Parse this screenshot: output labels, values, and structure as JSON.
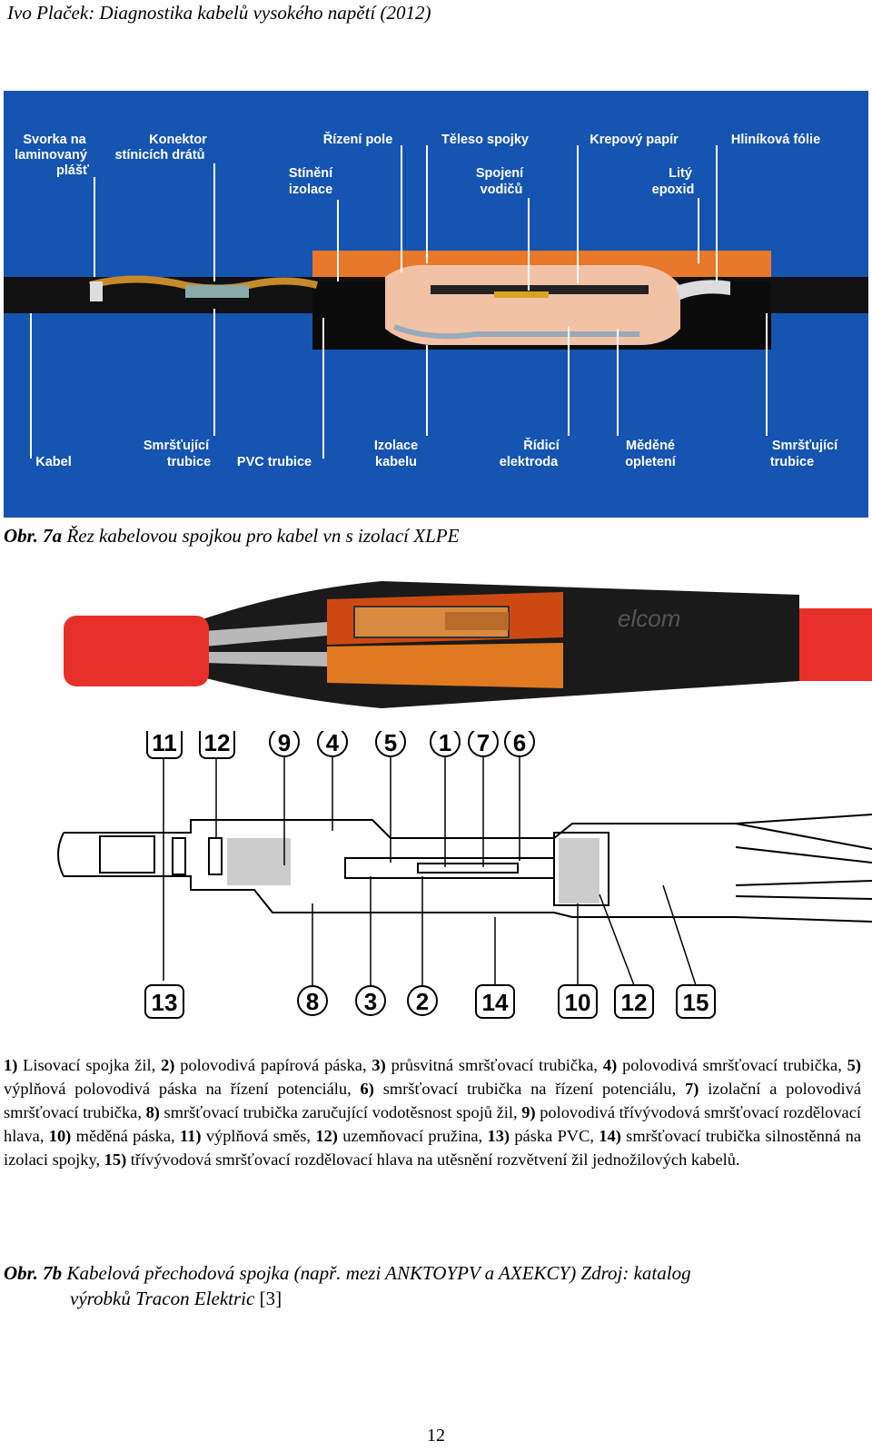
{
  "header": {
    "title": "Ivo Plaček: Diagnostika kabelů vysokého napětí (2012)"
  },
  "figure_a": {
    "labels_top": [
      {
        "id": "svorka",
        "text": [
          "Svorka na",
          "laminovaný",
          "plášť"
        ]
      },
      {
        "id": "konektor",
        "text": [
          "Konektor",
          "stínicích drátů"
        ]
      },
      {
        "id": "stineni",
        "text": [
          "Stínění",
          "izolace"
        ]
      },
      {
        "id": "rizeni",
        "text": [
          "Řízení pole"
        ]
      },
      {
        "id": "teleso",
        "text": [
          "Těleso spojky"
        ]
      },
      {
        "id": "spojeni",
        "text": [
          "Spojení",
          "vodičů"
        ]
      },
      {
        "id": "krepovy",
        "text": [
          "Krepový papír"
        ]
      },
      {
        "id": "lity",
        "text": [
          "Litý",
          "epoxid"
        ]
      },
      {
        "id": "hlinikova",
        "text": [
          "Hliníková fólie"
        ]
      }
    ],
    "labels_bottom": [
      {
        "id": "kabel",
        "text": [
          "Kabel"
        ]
      },
      {
        "id": "smrst1",
        "text": [
          "Smršťující",
          "trubice"
        ]
      },
      {
        "id": "pvc",
        "text": [
          "PVC trubice"
        ]
      },
      {
        "id": "izolace",
        "text": [
          "Izolace",
          "kabelu"
        ]
      },
      {
        "id": "ridici",
        "text": [
          "Řídicí",
          "elektroda"
        ]
      },
      {
        "id": "medene",
        "text": [
          "Měděné",
          "opletení"
        ]
      },
      {
        "id": "smrst2",
        "text": [
          "Smršťující",
          "trubice"
        ]
      }
    ],
    "caption_label": "Obr. 7a",
    "caption_text": "Řez kabelovou spojkou pro kabel vn  s izolací XLPE"
  },
  "figure_b": {
    "photo_brand": "elcom",
    "callouts_top": [
      "11",
      "12",
      "9",
      "4",
      "5",
      "1",
      "7",
      "6"
    ],
    "callouts_bottom": [
      "13",
      "8",
      "3",
      "2",
      "14",
      "10",
      "12",
      "15"
    ],
    "caption_label": "Obr. 7b",
    "caption_text_line1": "Kabelová přechodová spojka (např. mezi ANKTOYPV a AXEKCY) Zdroj: katalog",
    "caption_text_line2": "výrobků Tracon Elektric",
    "caption_ref": "[3]"
  },
  "legend": [
    {
      "n": "1)",
      "t": " Lisovací spojka žil, "
    },
    {
      "n": "2)",
      "t": " polovodivá papírová páska, "
    },
    {
      "n": "3)",
      "t": " průsvitná smršťovací trubička, "
    },
    {
      "n": "4)",
      "t": " polovodivá smršťovací trubička, "
    },
    {
      "n": "5)",
      "t": " výplňová polovodivá páska na řízení potenciálu, "
    },
    {
      "n": "6)",
      "t": " smršťovací trubička na řízení potenciálu, "
    },
    {
      "n": "7)",
      "t": " izolační a polovodivá smršťovací trubička, "
    },
    {
      "n": "8)",
      "t": " smršťovací trubička zaručující vodotěsnost spojů žil, "
    },
    {
      "n": "9)",
      "t": " polovodivá třívývodová smršťovací rozdělovací hlava, "
    },
    {
      "n": "10)",
      "t": " měděná páska, "
    },
    {
      "n": "11)",
      "t": " výplňová směs, "
    },
    {
      "n": "12)",
      "t": " uzemňovací pružina, "
    },
    {
      "n": "13)",
      "t": " páska PVC, "
    },
    {
      "n": "14)",
      "t": " smršťovací trubička silnostěnná na izolaci spojky, "
    },
    {
      "n": "15)",
      "t": " třívývodová smršťovací rozdělovací hlava na utěsnění rozvětvení žil jednožilových kabelů."
    }
  ],
  "page_number": "12"
}
